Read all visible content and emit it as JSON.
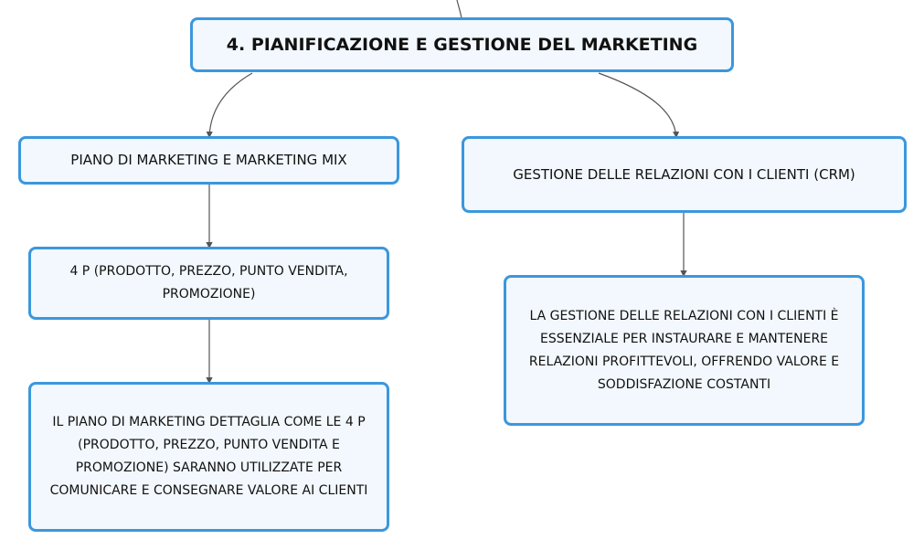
{
  "nodes": {
    "root": {
      "text": "4. PIANIFICAZIONE E GESTIONE DEL MARKETING"
    },
    "piano": {
      "text": "PIANO DI MARKETING E MARKETING MIX"
    },
    "crm": {
      "text": "GESTIONE DELLE RELAZIONI CON I CLIENTI (CRM)"
    },
    "quattro_p": {
      "text": "4 P (PRODOTTO, PREZZO, PUNTO VENDITA, PROMOZIONE)"
    },
    "dettaglio": {
      "text": "IL PIANO DI MARKETING DETTAGLIA COME LE 4 P (PRODOTTO, PREZZO, PUNTO VENDITA E PROMOZIONE) SARANNO UTILIZZATE PER COMUNICARE E CONSEGNARE VALORE AI CLIENTI"
    },
    "crm_desc": {
      "text": "LA GESTIONE DELLE RELAZIONI CON I CLIENTI È ESSENZIALE PER INSTAURARE E MANTENERE RELAZIONI PROFITTEVOLI, OFFRENDO VALORE E SODDISFAZIONE COSTANTI"
    }
  },
  "colors": {
    "node_border": "#3b97dd",
    "node_fill": "#f2f8fd",
    "connector": "#555555"
  }
}
